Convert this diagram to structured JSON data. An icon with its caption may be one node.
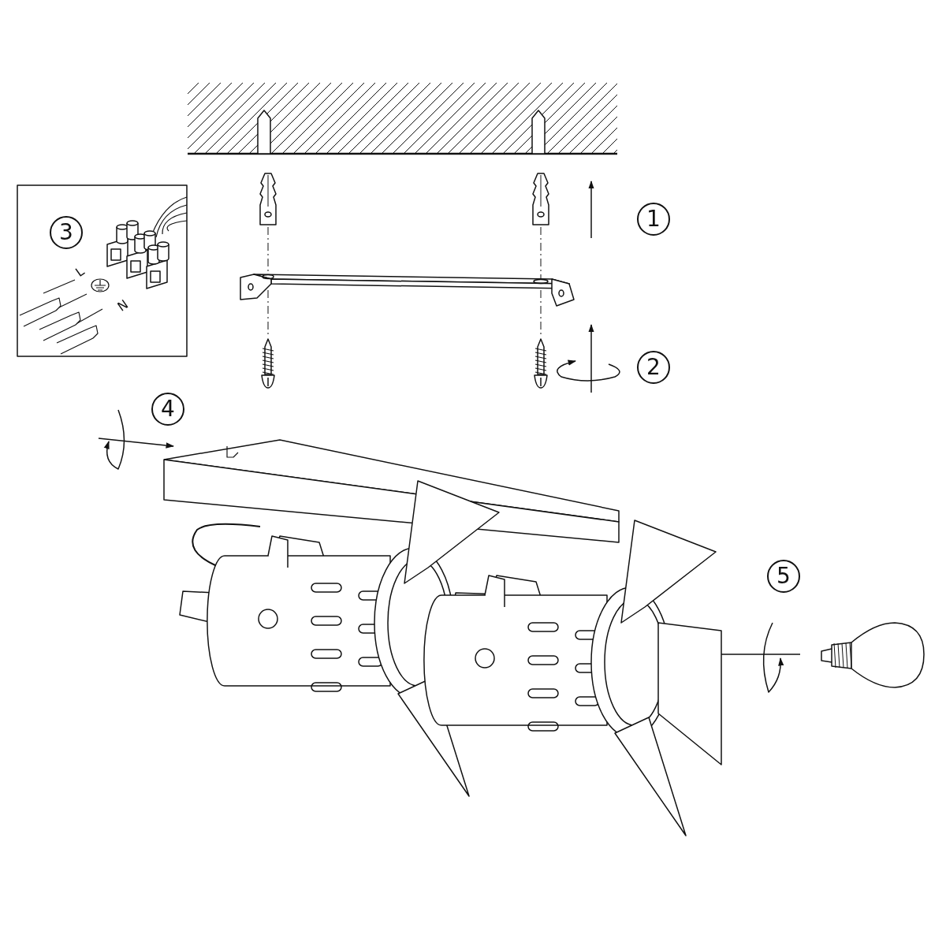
{
  "diagram": {
    "labels": [
      "1",
      "3",
      "L",
      "N",
      "2",
      "4",
      "5"
    ]
  }
}
